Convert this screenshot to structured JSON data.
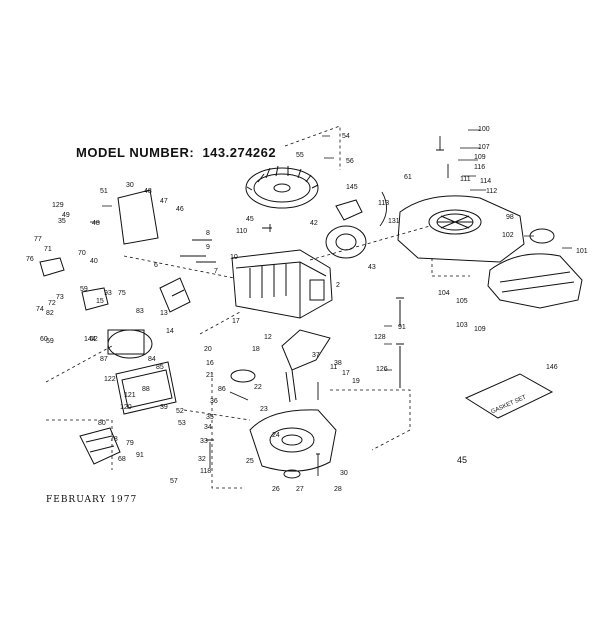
{
  "header": {
    "model_label": "MODEL NUMBER:",
    "model_number": "143.274262"
  },
  "footer": {
    "date": "FEBRUARY 1977",
    "figure": "45"
  },
  "colors": {
    "ink": "#111111",
    "paper": "#ffffff"
  },
  "part_labels": [
    "100",
    "107",
    "109",
    "116",
    "111",
    "114",
    "112",
    "98",
    "102",
    "101",
    "104",
    "105",
    "103",
    "109",
    "91",
    "128",
    "126",
    "146",
    "54",
    "55",
    "56",
    "145",
    "113",
    "131",
    "61",
    "43",
    "2",
    "42",
    "45",
    "110",
    "30",
    "51",
    "48",
    "47",
    "46",
    "129",
    "49",
    "48",
    "8",
    "9",
    "10",
    "7",
    "6",
    "77",
    "71",
    "70",
    "40",
    "76",
    "73",
    "72",
    "59",
    "75",
    "74",
    "82",
    "60",
    "144",
    "83",
    "15",
    "14",
    "13",
    "17",
    "18",
    "12",
    "11",
    "37",
    "38",
    "17",
    "19",
    "20",
    "16",
    "21",
    "22",
    "23",
    "24",
    "25",
    "26",
    "27",
    "28",
    "30",
    "120",
    "122",
    "121",
    "80",
    "78",
    "79",
    "68",
    "91",
    "57",
    "118",
    "32",
    "33",
    "34",
    "35",
    "36",
    "39",
    "52",
    "53",
    "87",
    "84",
    "85",
    "88",
    "93",
    "59",
    "62",
    "86",
    "35",
    "49"
  ],
  "kit_card": {
    "text": "GASKET SET"
  }
}
